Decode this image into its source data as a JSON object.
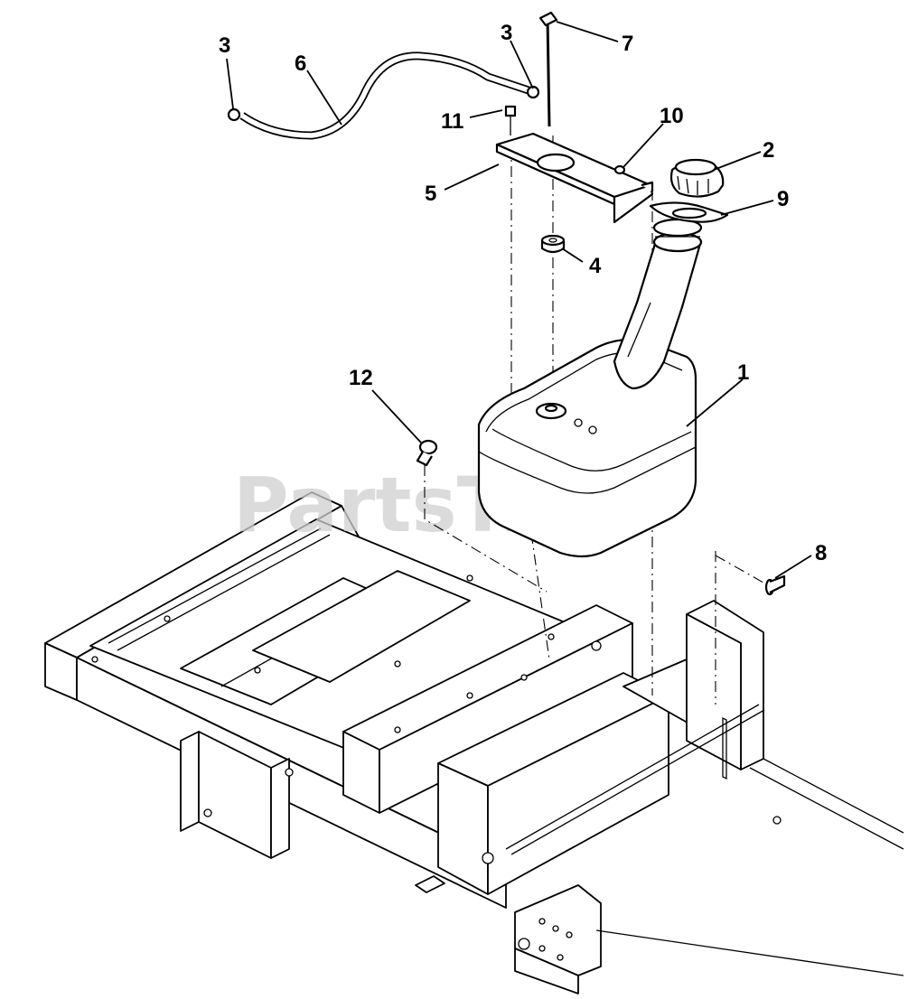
{
  "watermark": {
    "text": "PartsTree",
    "trademark": "™"
  },
  "callouts": [
    {
      "id": "1",
      "label": "1"
    },
    {
      "id": "2",
      "label": "2"
    },
    {
      "id": "3a",
      "label": "3"
    },
    {
      "id": "3b",
      "label": "3"
    },
    {
      "id": "4",
      "label": "4"
    },
    {
      "id": "5",
      "label": "5"
    },
    {
      "id": "6",
      "label": "6"
    },
    {
      "id": "7",
      "label": "7"
    },
    {
      "id": "8",
      "label": "8"
    },
    {
      "id": "9",
      "label": "9"
    },
    {
      "id": "10",
      "label": "10"
    },
    {
      "id": "11",
      "label": "11"
    },
    {
      "id": "12",
      "label": "12"
    }
  ]
}
